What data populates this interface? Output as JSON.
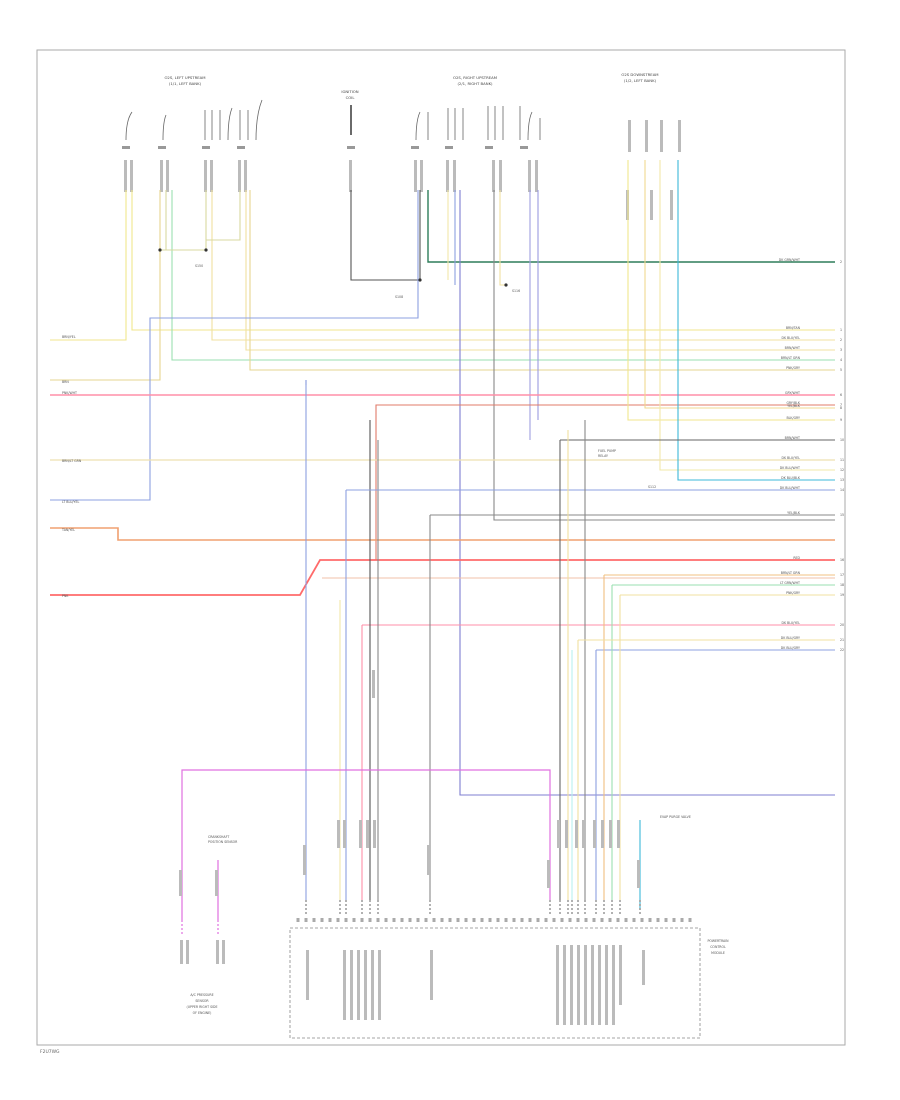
{
  "diagram": {
    "reference_code": "F2U7WG",
    "components": {
      "upstream_left_sensor": [
        "O2S, LEFT UPSTREAM",
        "(1/1, LEFT BANK)"
      ],
      "ignition_coil": [
        "IGNITION",
        "COIL"
      ],
      "upstream_right_sensor": [
        "O2S, RIGHT UPSTREAM",
        "(2/1, RIGHT BANK)"
      ],
      "downstream_sensor": [
        "O2S DOWNSTREAM",
        "(1/2, LEFT BANK)"
      ],
      "fuel_pump_relay": [
        "FUEL PUMP",
        "RELAY"
      ],
      "evap_valve": [
        "EVAP PURGE VALVE"
      ],
      "ckp_sensor": [
        "CRANKSHAFT",
        "POSITION SENSOR"
      ],
      "pcm": [
        "POWERTRAIN",
        "CONTROL",
        "MODULE"
      ],
      "camshaft_sensor": [
        "A/C PRESSURE",
        "SENSOR",
        "(UPPER RIGHT SIDE",
        "OF ENGINE)"
      ]
    },
    "splices": [
      "S150",
      "S108",
      "S116",
      "S112"
    ],
    "left_edge_wires": [
      "BRN/YEL",
      "BRN",
      "PNK/WHT",
      "BRN/LT GRN",
      "LT BLU/YEL",
      "TAN/YEL",
      "PNK"
    ],
    "right_edge_wires": [
      "DK GRN/WHT",
      "BRN/TAN",
      "DK BLU/YEL",
      "BRN/WHT",
      "BRN/LT GRN",
      "PNK/GRY",
      "GRY/WHT",
      "GRY/BLK",
      "YEL/BLK",
      "BLK/GRY",
      "BRN/WHT",
      "DK BLU/YEL",
      "DK BLU/WHT",
      "DK BLU/BLK",
      "DK BLU/WHT",
      "YEL/BLK",
      "RED",
      "BRN/LT GRN",
      "LT GRN/WHT",
      "PNK/GRY",
      "DK BLU/YEL",
      "DK BLU/GRY",
      "DK BLU/GRY"
    ],
    "right_edge_nums": [
      "2",
      "1",
      "2",
      "3",
      "4",
      "5",
      "6",
      "7",
      "8",
      "9",
      "10",
      "11",
      "12",
      "13",
      "14",
      "15",
      "16",
      "17",
      "18",
      "19",
      "20",
      "21",
      "22"
    ]
  }
}
